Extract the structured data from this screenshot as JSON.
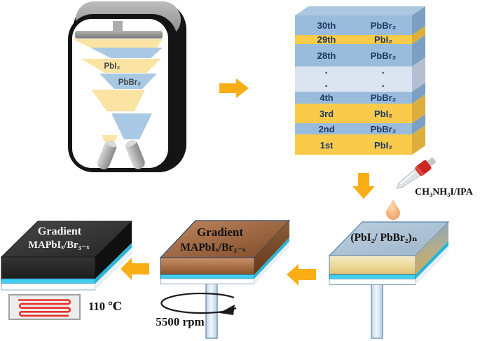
{
  "colors": {
    "accent_arrow": "#F9AE14",
    "pbi2_yellow": "#FACB4B",
    "pbbr2_blue": "#9ABCDC",
    "plume_yellow": "#FBE3A4",
    "plume_blue": "#A9C8E4",
    "cyan_layer": "#3ED0F0",
    "stack_text_navy": "#1F3864",
    "heater_red": "#E63128",
    "perovskite_brown": "#A46A45",
    "annealed_black": "#2B2B2B",
    "dropper_red": "#CC2420"
  },
  "evaporator": {
    "pbi2_label": "PbI₂",
    "pbbr2_label": "PbBr₂"
  },
  "stack": {
    "ellipsis": "·",
    "layers": [
      {
        "ordinal": "30th",
        "material": "PbBr₂"
      },
      {
        "ordinal": "29th",
        "material": "PbI₂"
      },
      {
        "ordinal": "28th",
        "material": "PbBr₂"
      },
      {
        "ordinal": "4th",
        "material": "PbBr₂"
      },
      {
        "ordinal": "3rd",
        "material": "PbI₂"
      },
      {
        "ordinal": "2nd",
        "material": "PbBr₂"
      },
      {
        "ordinal": "1st",
        "material": "PbI₂"
      }
    ]
  },
  "mai_step": {
    "solution_label": "CH₃NH₃I/IPA"
  },
  "precursor_film": {
    "label": "(PbI₂/ PbBr₂)ₙ"
  },
  "spin_step": {
    "film_label_line1": "Gradient",
    "film_label_line2": "MAPbIₓ/Br₃₋ₓ",
    "speed_label": "5500 rpm"
  },
  "anneal_step": {
    "film_label_line1": "Gradient",
    "film_label_line2": "MAPbIₓ/Br₃₋ₓ",
    "temperature_label": "110 ℃"
  },
  "icons": {
    "dropper-icon": "pipette with red bulb (svg shapes)",
    "droplet-icon": "orange teardrop (svg path)",
    "heater-icon": "red serpentine coil (svg path)",
    "rotation-arrow-icon": "ellipse with arrowhead (svg path)",
    "process-arrow-icon": "solid orange block arrow (svg polygon)"
  }
}
